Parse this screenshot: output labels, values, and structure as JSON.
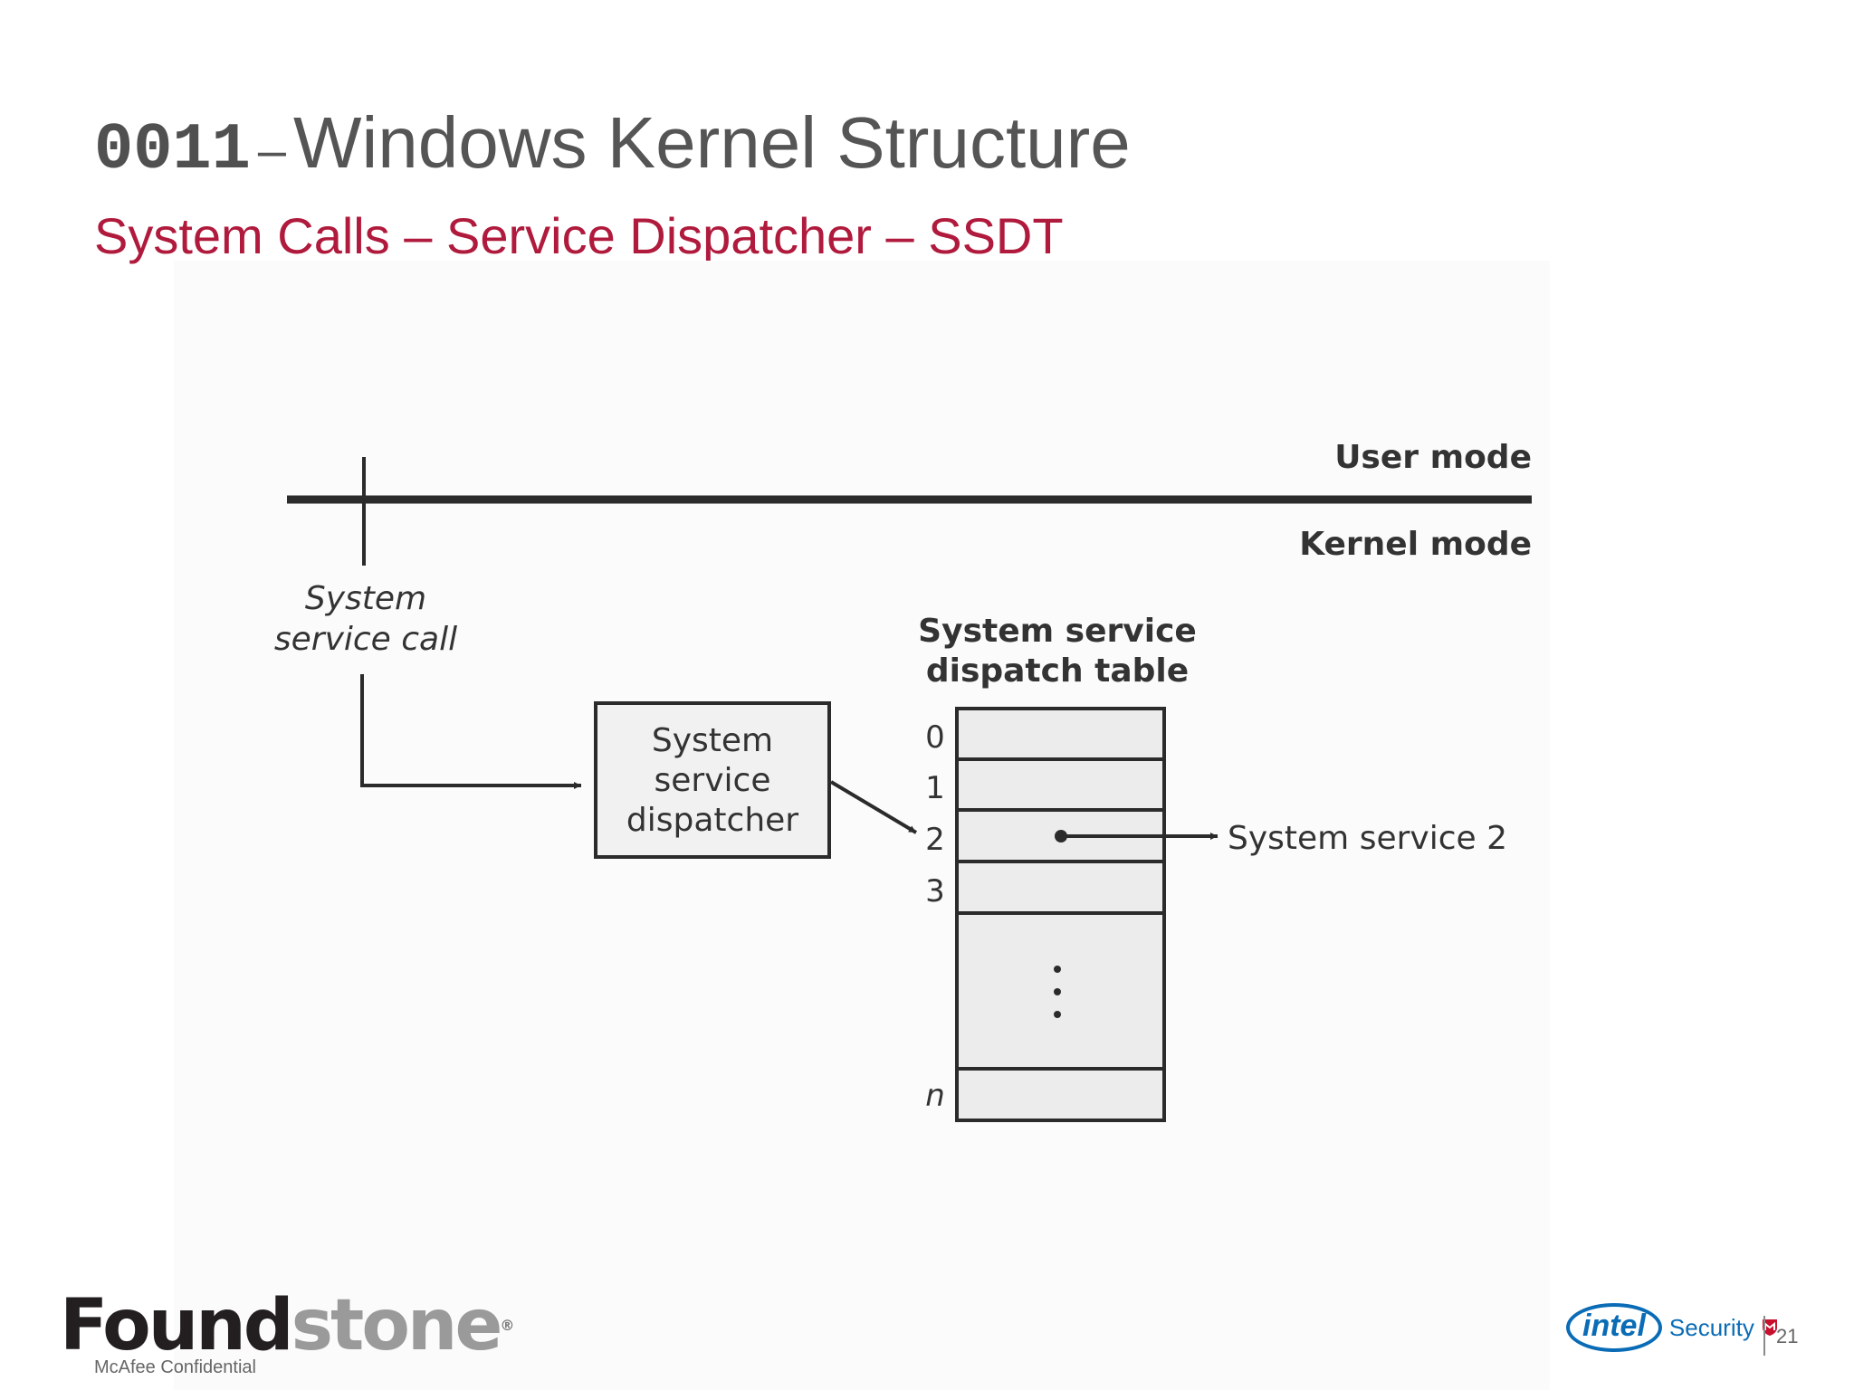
{
  "header": {
    "title_code": "0011",
    "title_dash": "–",
    "title_text": "Windows Kernel Structure",
    "subtitle": "System Calls – Service Dispatcher – SSDT"
  },
  "diagram": {
    "user_mode_label": "User mode",
    "kernel_mode_label": "Kernel mode",
    "call_label_line1": "System",
    "call_label_line2": "service call",
    "dispatcher_line1": "System",
    "dispatcher_line2": "service",
    "dispatcher_line3": "dispatcher",
    "table_title_line1": "System service",
    "table_title_line2": "dispatch table",
    "table_indices": [
      "0",
      "1",
      "2",
      "3",
      "n"
    ],
    "target_label": "System service 2",
    "colors": {
      "line": "#2b2b2b",
      "cell_fill": "#ececec",
      "box_fill": "#f1f1f1",
      "text": "#333333"
    }
  },
  "footer": {
    "brand_part1": "Found",
    "brand_part2": "stone",
    "brand_reg": "®",
    "confidential": "McAfee Confidential",
    "intel": "intel",
    "security": "Security",
    "page_number": "21"
  }
}
